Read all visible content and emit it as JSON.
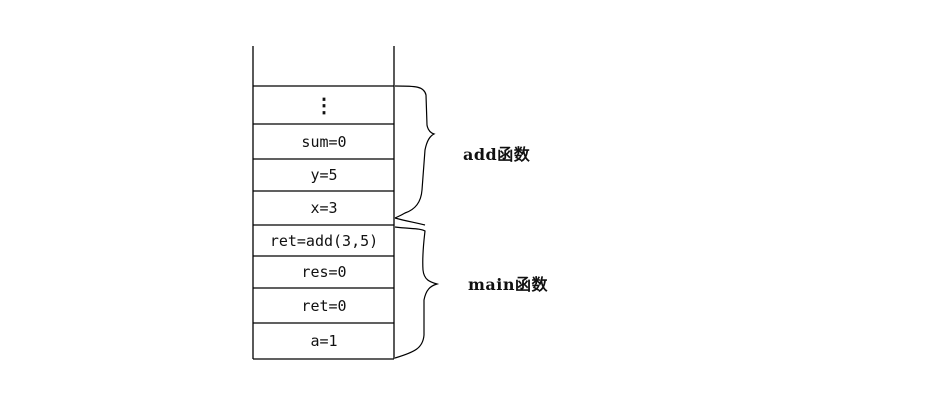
{
  "diagram": {
    "title": "Function call stack frames",
    "stack_cells": [
      {
        "id": "top-empty",
        "text": ""
      },
      {
        "id": "ellipsis",
        "text": "⋮"
      },
      {
        "id": "sum",
        "text": "sum=0"
      },
      {
        "id": "y",
        "text": "y=5"
      },
      {
        "id": "x",
        "text": "x=3"
      },
      {
        "id": "ret-call",
        "text": "ret=add(3,5)"
      },
      {
        "id": "res",
        "text": "res=0"
      },
      {
        "id": "ret",
        "text": "ret=0"
      },
      {
        "id": "a",
        "text": "a=1"
      }
    ],
    "groups": [
      {
        "label": "add函数",
        "covers": [
          "ellipsis",
          "sum",
          "y",
          "x"
        ]
      },
      {
        "label": "main函数",
        "covers": [
          "ret-call",
          "res",
          "ret",
          "a"
        ]
      }
    ]
  }
}
